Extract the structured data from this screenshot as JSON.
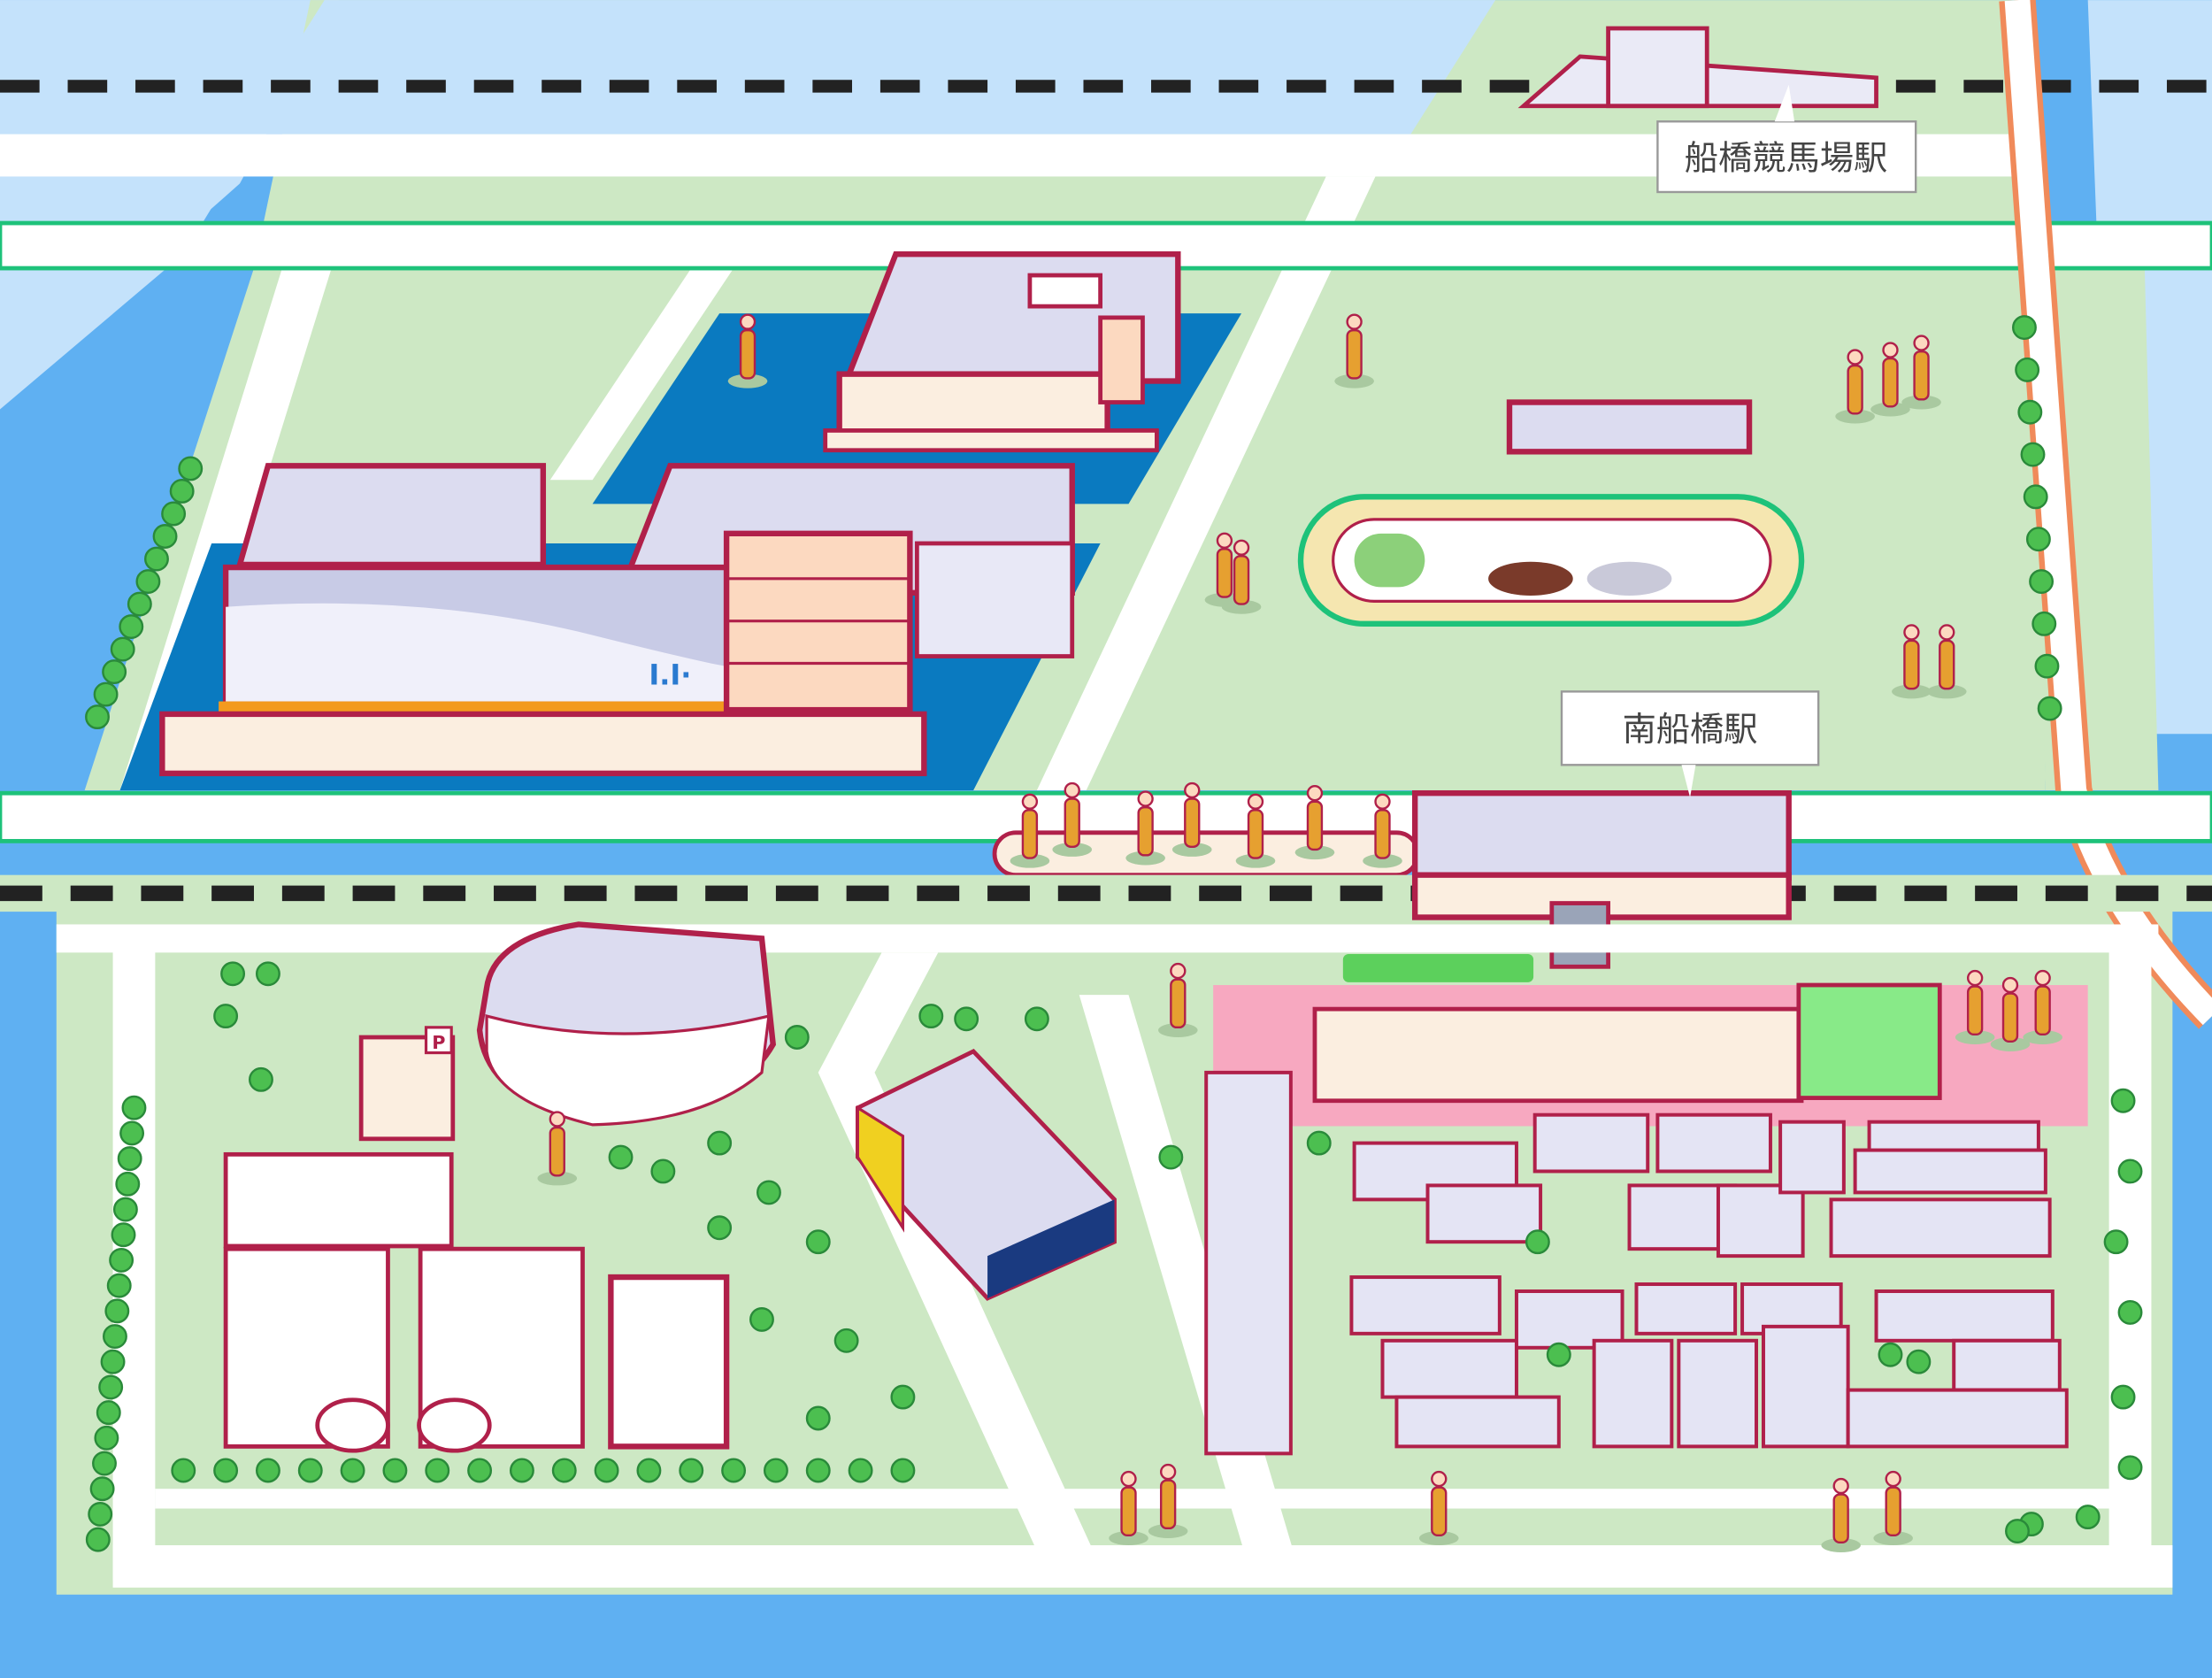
{
  "map": {
    "stations": [
      {
        "name": "船橋競馬場駅"
      },
      {
        "name": "南船橋駅"
      }
    ],
    "parking_sign": "P",
    "store_logo": "I.I·",
    "colors": {
      "sea": "#5fb0f2",
      "shallow": "#c4e2fb",
      "land": "#cde8c4",
      "road": "#ffffff",
      "lot": "#0a7ac0",
      "outline": "#b0204a",
      "rail_green": "#1ec27a",
      "highway_orange": "#f08a5a"
    }
  }
}
